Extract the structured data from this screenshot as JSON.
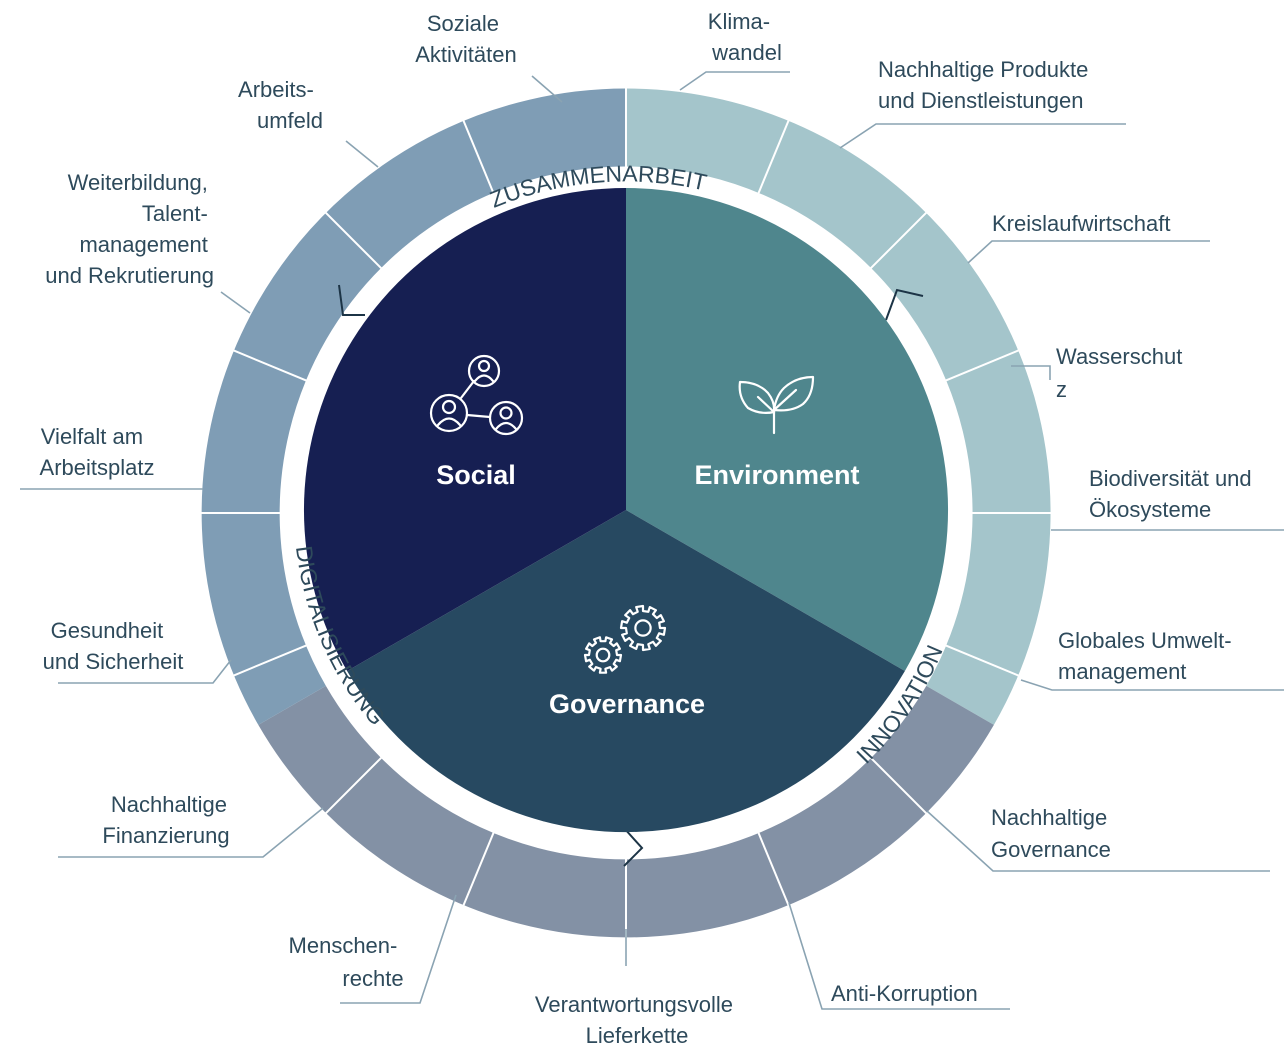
{
  "pillars": {
    "social": "Social",
    "environment": "Environment",
    "governance": "Governance"
  },
  "ring_labels": {
    "top": "ZUSAMMENARBEIT",
    "left": "DIGITALISIERUNG",
    "right": "INNOVATION"
  },
  "topics": {
    "soziale_aktivitaeten": [
      "Soziale",
      "Aktivitäten"
    ],
    "arbeitsumfeld": [
      "Arbeits-",
      "umfeld"
    ],
    "weiterbildung": [
      "Weiterbildung,",
      "Talent-",
      "management",
      "und Rekrutierung"
    ],
    "vielfalt": [
      "Vielfalt am",
      "Arbeitsplatz"
    ],
    "gesundheit": [
      "Gesundheit",
      "und Sicherheit"
    ],
    "klimawandel": [
      "Klima-",
      "wandel"
    ],
    "nachhaltige_produkte": [
      "Nachhaltige Produkte",
      "und Dienstleistungen"
    ],
    "kreislaufwirtschaft": [
      "Kreislaufwirtschaft"
    ],
    "wasserschutz": [
      "Wasserschut",
      "z"
    ],
    "biodiversitaet": [
      "Biodiversität und",
      "Ökosysteme"
    ],
    "globales_umweltmanagement": [
      "Globales Umwelt-",
      "management"
    ],
    "nachhaltige_governance": [
      "Nachhaltige",
      "Governance"
    ],
    "anti_korruption": [
      "Anti-Korruption"
    ],
    "lieferkette": [
      "Verantwortungsvolle",
      "Lieferkette"
    ],
    "menschenrechte": [
      "Menschen-",
      "rechte"
    ],
    "nachhaltige_finanzierung": [
      "Nachhaltige",
      "Finanzierung"
    ]
  },
  "colors": {
    "social": "#161f52",
    "environment": "#4f868d",
    "governance": "#274961",
    "ring_social": "#7f9db5",
    "ring_environment": "#a4c5cb",
    "ring_governance": "#8391a5",
    "text": "#2e4a5b"
  }
}
